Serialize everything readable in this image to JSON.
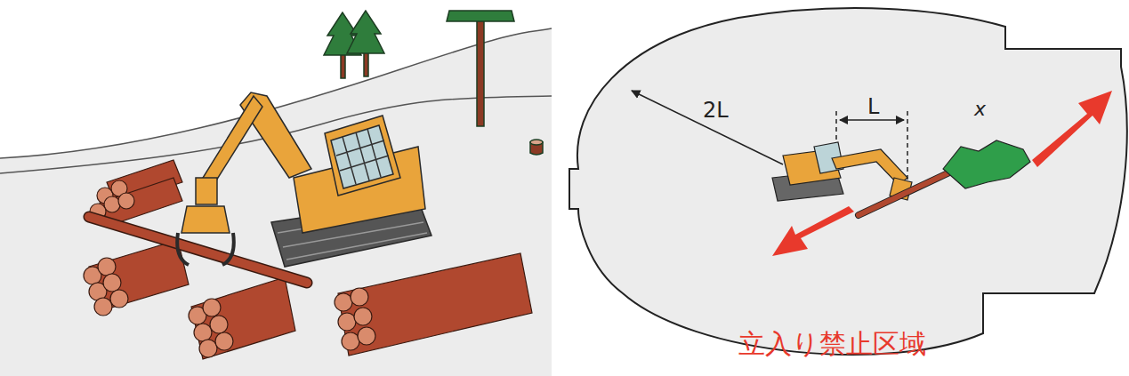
{
  "diagram": {
    "labels": [
      "2L",
      "L",
      "x",
      "立入り禁止区域"
    ]
  }
}
